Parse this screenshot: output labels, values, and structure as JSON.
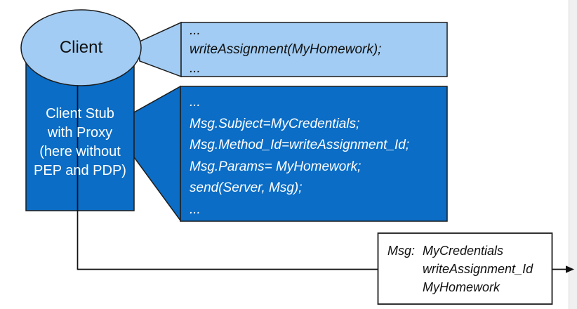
{
  "colors": {
    "dark_blue": "#0b6dc5",
    "light_blue": "#a2ccf3",
    "outline": "#1c1c1c",
    "edge_strip": "#f0f0f1",
    "edge_strip_border": "#d9d9d9",
    "arrow": "#111111",
    "background": "#ffffff"
  },
  "client": {
    "label": "Client"
  },
  "client_stub": {
    "lines": [
      "Client Stub",
      "with Proxy",
      "(here without",
      "PEP and PDP)"
    ]
  },
  "client_code_callout": {
    "lines": [
      "...",
      "writeAssignment(MyHomework);",
      "..."
    ]
  },
  "stub_code_callout": {
    "lines": [
      "...",
      "Msg.Subject=MyCredentials;",
      "Msg.Method_Id=writeAssignment_Id;",
      "Msg.Params= MyHomework;",
      "send(Server, Msg);",
      "..."
    ]
  },
  "message_box": {
    "label": "Msg:",
    "values": [
      "MyCredentials",
      "writeAssignment_Id",
      "MyHomework"
    ]
  }
}
